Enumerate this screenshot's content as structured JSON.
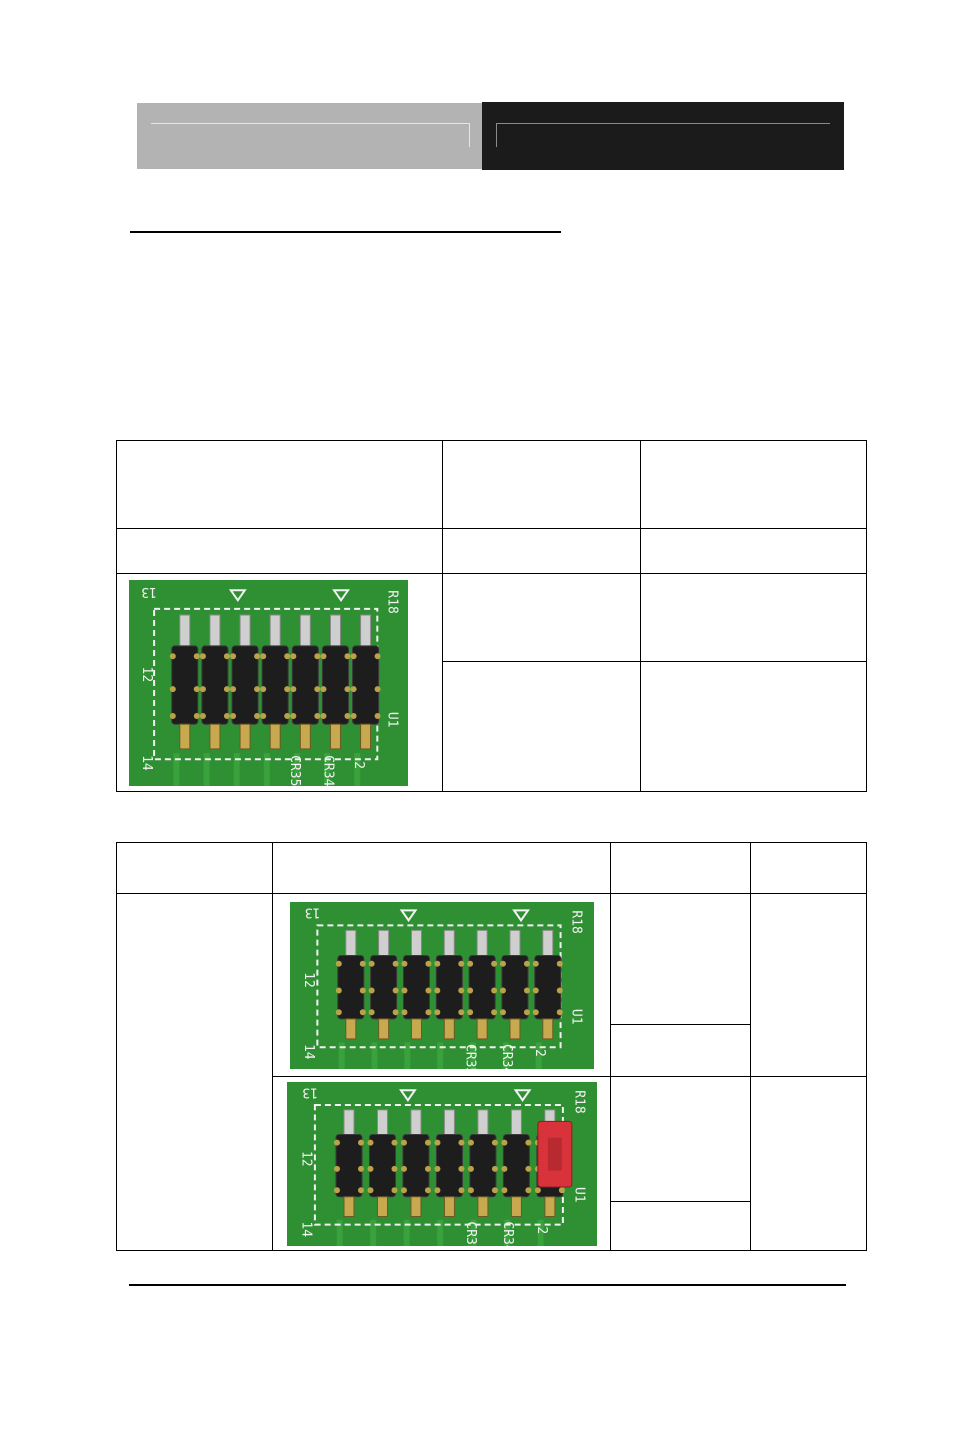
{
  "header": {
    "left_panel_color": "#b3b3b3",
    "right_panel_color": "#1b1b1b"
  },
  "photos": {
    "board_color": "#2f8f33",
    "jumper_color": "#d8333a",
    "silkscreen": {
      "pin_top": "13",
      "pin_bottom": "14",
      "left": "12",
      "right_top": "R18",
      "right_bottom": "U1",
      "ref_a": "CR35",
      "ref_b": "CR34",
      "pin_two": "2"
    }
  }
}
